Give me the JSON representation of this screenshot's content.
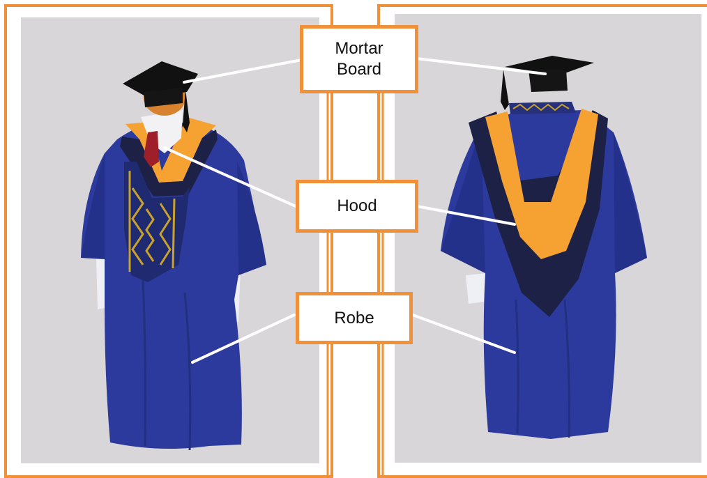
{
  "labels": {
    "mortar_board": {
      "line1": "Mortar",
      "line2": "Board"
    },
    "hood": "Hood",
    "robe": "Robe"
  },
  "colors": {
    "frame_orange": "#f0913a",
    "backdrop_gray": "#d8d6d8",
    "robe_blue": "#2c3a9e",
    "hood_orange": "#f6a233",
    "hood_navy": "#1d2146",
    "embroidery_gold": "#c9a22a",
    "cap_black": "#111111"
  }
}
